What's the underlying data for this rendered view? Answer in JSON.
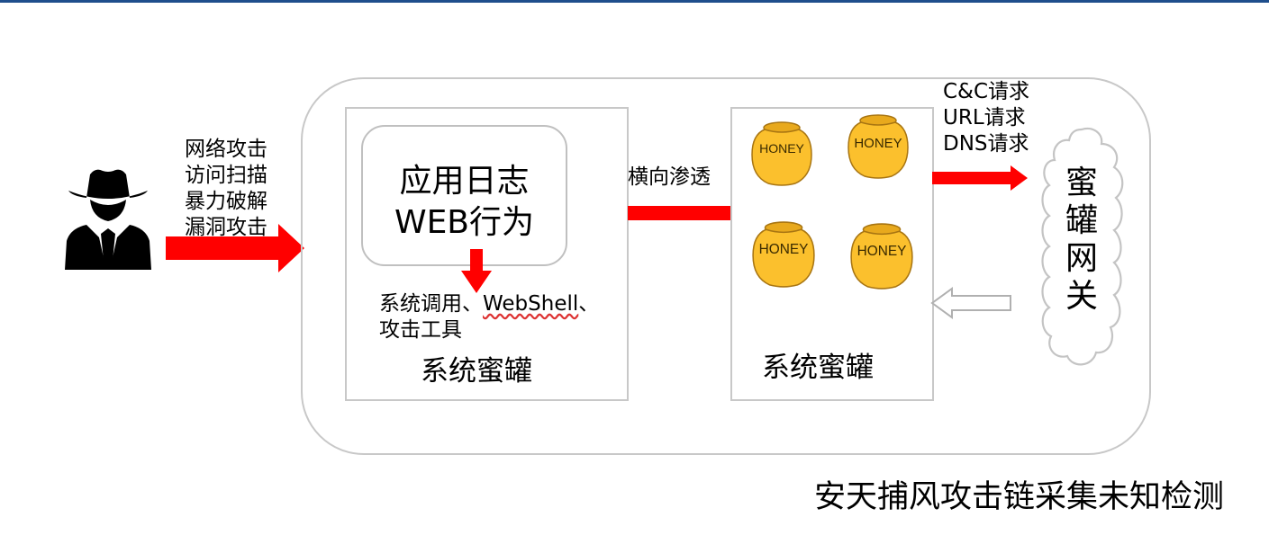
{
  "attack_types": [
    "网络攻击",
    "访问扫描",
    "暴力破解",
    "漏洞攻击"
  ],
  "log_box": {
    "inner_lines": [
      "应用日志",
      "WEB行为"
    ],
    "detect_line1_prefix": "系统调用、",
    "detect_line1_webshell": "WebShell",
    "detect_line1_suffix": "、",
    "detect_line2": "攻击工具",
    "caption": "系统蜜罐"
  },
  "lateral_label": "横向渗透",
  "honeypot_box": {
    "jar_labels": [
      "HONEY",
      "HONEY",
      "HONEY",
      "HONEY"
    ],
    "caption": "系统蜜罐"
  },
  "requests": [
    "C&C请求",
    "URL请求",
    "DNS请求"
  ],
  "gateway": [
    "蜜",
    "罐",
    "网",
    "关"
  ],
  "footer": "安天捕风攻击链采集未知检测",
  "colors": {
    "arrow": "#ff0000",
    "border": "#c8c8c8",
    "honey": "#fbc02d",
    "honey_dark": "#c8901a",
    "header_line": "#1f4e8c"
  },
  "icons": [
    "attacker-icon",
    "honey-jar-icon",
    "cloud-icon",
    "hollow-arrow-icon"
  ]
}
